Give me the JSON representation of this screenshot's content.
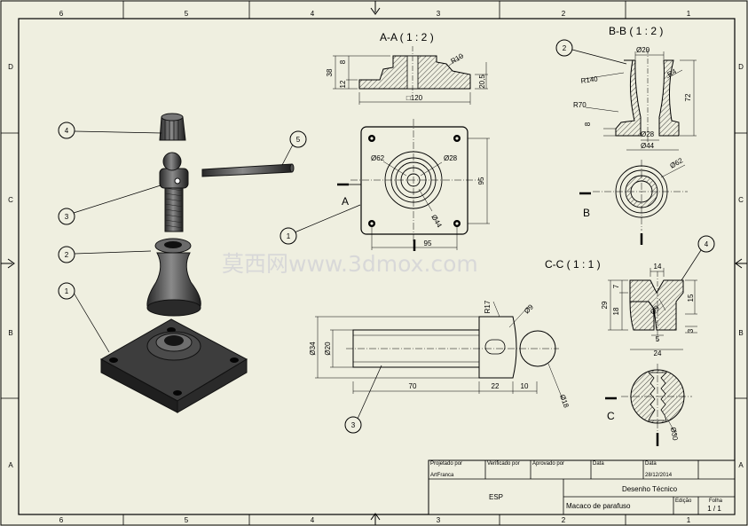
{
  "sheet": {
    "border_columns": [
      "6",
      "5",
      "4",
      "3",
      "2",
      "1"
    ],
    "border_rows": [
      "D",
      "C",
      "B",
      "A"
    ]
  },
  "views": {
    "aa_title": "A-A ( 1 : 2 )",
    "bb_title": "B-B ( 1 : 2 )",
    "cc_title": "C-C ( 1 : 1 )",
    "section_a": "A",
    "section_b": "B",
    "section_c": "C"
  },
  "balloons": [
    "1",
    "2",
    "3",
    "4",
    "5"
  ],
  "dimensions": {
    "aa": [
      "38",
      "8",
      "12",
      "R10",
      "20,5",
      "□120"
    ],
    "plan": [
      "Ø62",
      "Ø28",
      "Ø44",
      "95",
      "95"
    ],
    "bb": [
      "Ø20",
      "R4",
      "R140",
      "R70",
      "72",
      "8",
      "Ø28",
      "Ø44",
      "Ø62"
    ],
    "screw": [
      "R17",
      "Ø9",
      "Ø34",
      "Ø20",
      "70",
      "22",
      "10",
      "Ø18"
    ],
    "cc": [
      "14",
      "7",
      "18",
      "29",
      "15",
      "Ø9",
      "5",
      "3",
      "24",
      "Ø30"
    ]
  },
  "watermark": "莫西网www.3dmox.com",
  "title_block": {
    "designer_label": "Projetado por",
    "designer": "ArtFranca",
    "checked_label": "Verificado por",
    "approved_label": "Aprovado por",
    "date_label": "Data",
    "date_label2": "Data",
    "date": "28/12/2014",
    "org": "ESP",
    "drawing_type": "Desenho Técnico",
    "part_name": "Macaco de parafuso",
    "edition_label": "Edição",
    "sheet_label": "Folha",
    "sheet": "1 / 1"
  }
}
